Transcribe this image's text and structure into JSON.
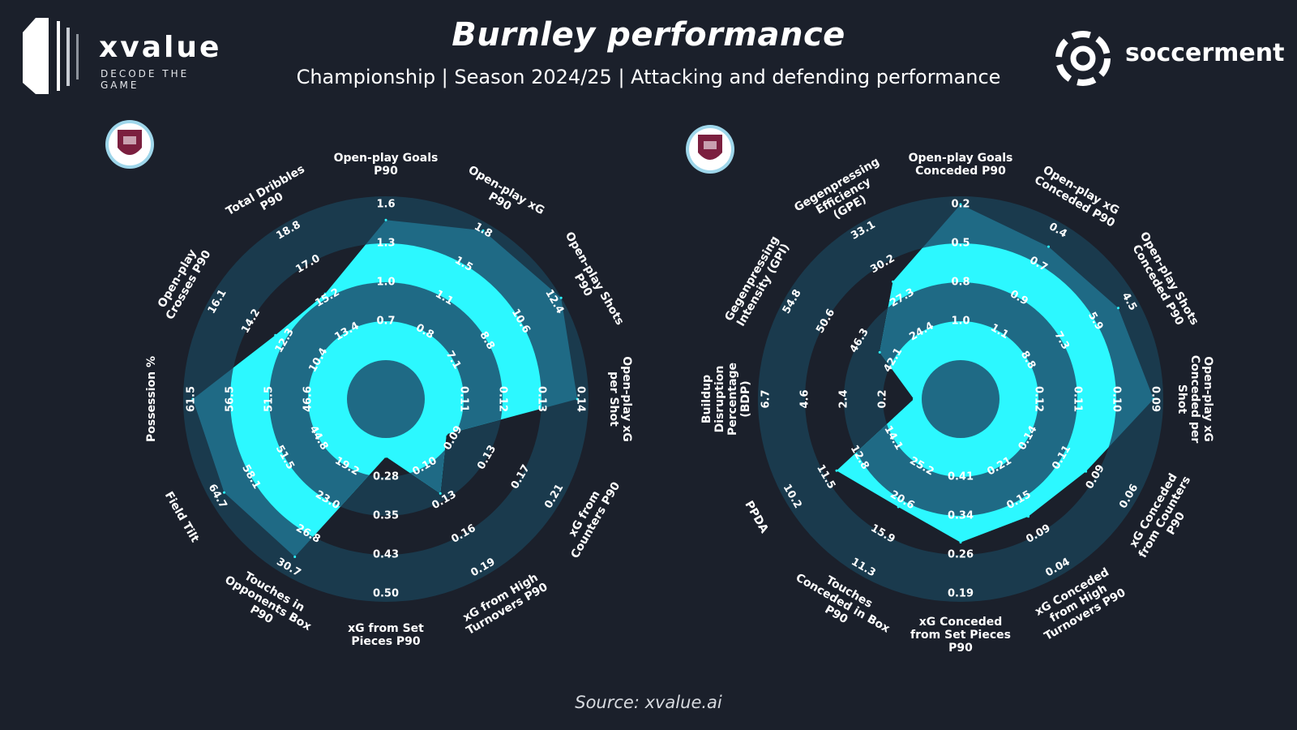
{
  "header": {
    "title": "Burnley performance",
    "subtitle": "Championship | Season 2024/25 | Attacking and defending performance"
  },
  "brands": {
    "left_wordmark": "xvalue",
    "left_tagline": "DECODE THE GAME",
    "right_wordmark": "soccerment"
  },
  "footer": {
    "source": "Source: xvalue.ai"
  },
  "colors": {
    "background": "#1b202b",
    "ring_dark": "#1a3a4d",
    "ring_mid": "#1f6a85",
    "team_fill": "#2cf8ff",
    "crest": "#7b1f3f",
    "crest_ring": "#9ed6ea"
  },
  "chart_data": [
    {
      "type": "radar",
      "axes": [
        {
          "label": "Open-play Goals P90",
          "ticks": [
            "0.7",
            "1.0",
            "1.3",
            "1.6"
          ]
        },
        {
          "label": "Open-play xG P90",
          "ticks": [
            "0.8",
            "1.1",
            "1.5",
            "1.8"
          ]
        },
        {
          "label": "Open-play Shots P90",
          "ticks": [
            "7.1",
            "8.8",
            "10.6",
            "12.4"
          ]
        },
        {
          "label": "Open-play xG per Shot",
          "ticks": [
            "0.11",
            "0.12",
            "0.13",
            "0.14"
          ]
        },
        {
          "label": "xG from Counters P90",
          "ticks": [
            "0.09",
            "0.13",
            "0.17",
            "0.21"
          ]
        },
        {
          "label": "xG from High Turnovers P90",
          "ticks": [
            "0.10",
            "0.13",
            "0.16",
            "0.19"
          ]
        },
        {
          "label": "xG from Set Pieces P90",
          "ticks": [
            "0.28",
            "0.35",
            "0.43",
            "0.50"
          ]
        },
        {
          "label": "Touches in Opponents Box P90",
          "ticks": [
            "19.2",
            "23.0",
            "26.8",
            "30.7"
          ]
        },
        {
          "label": "Field Tilt",
          "ticks": [
            "44.8",
            "51.5",
            "58.1",
            "64.7"
          ]
        },
        {
          "label": "Possession %",
          "ticks": [
            "46.6",
            "51.5",
            "56.5",
            "61.5"
          ]
        },
        {
          "label": "Open-play Crosses P90",
          "ticks": [
            "10.4",
            "12.3",
            "14.2",
            "16.1"
          ]
        },
        {
          "label": "Total Dribbles P90",
          "ticks": [
            "13.4",
            "15.2",
            "17.0",
            "18.8"
          ]
        }
      ],
      "values": [
        0.9,
        1.0,
        1.05,
        0.98,
        0.2,
        0.45,
        0.12,
        0.92,
        0.95,
        0.99,
        0.57,
        0.53
      ],
      "values_scale": "fraction of the tick range between the innermost ring (0) and outermost ring (1)"
    },
    {
      "type": "radar",
      "axes": [
        {
          "label": "Open-play Goals Conceded P90",
          "ticks": [
            "1.0",
            "0.8",
            "0.5",
            "0.2"
          ]
        },
        {
          "label": "Open-play xG Conceded P90",
          "ticks": [
            "1.1",
            "0.9",
            "0.7",
            "0.4"
          ]
        },
        {
          "label": "Open-play Shots Conceded P90",
          "ticks": [
            "8.8",
            "7.3",
            "5.9",
            "4.5"
          ]
        },
        {
          "label": "Open-play xG Conceded per Shot",
          "ticks": [
            "0.12",
            "0.11",
            "0.10",
            "0.09"
          ]
        },
        {
          "label": "xG Conceded from Counters P90",
          "ticks": [
            "0.14",
            "0.11",
            "0.09",
            "0.06"
          ]
        },
        {
          "label": "xG Conceded from High Turnovers P90",
          "ticks": [
            "0.21",
            "0.15",
            "0.09",
            "0.04"
          ]
        },
        {
          "label": "xG Conceded from Set Pieces P90",
          "ticks": [
            "0.41",
            "0.34",
            "0.26",
            "0.19"
          ]
        },
        {
          "label": "Touches Conceded in Box P90",
          "ticks": [
            "25.2",
            "20.6",
            "15.9",
            "11.3"
          ]
        },
        {
          "label": "PPDA",
          "ticks": [
            "14.1",
            "12.8",
            "11.5",
            "10.2"
          ]
        },
        {
          "label": "Buildup Disruption Percentage (BDP)",
          "ticks": [
            "0.2",
            "2.4",
            "4.6",
            "6.7"
          ]
        },
        {
          "label": "Gegenpressing Intensity (GPI)",
          "ticks": [
            "42.1",
            "46.3",
            "50.6",
            "54.8"
          ]
        },
        {
          "label": "Gegenpressing Efficiency (GPE)",
          "ticks": [
            "24.4",
            "27.3",
            "30.2",
            "33.1"
          ]
        }
      ],
      "values": [
        1.0,
        0.88,
        0.92,
        0.99,
        0.68,
        0.62,
        0.67,
        0.55,
        0.67,
        0.05,
        0.35,
        0.62
      ],
      "values_scale": "fraction of the tick range between the innermost ring (0) and outermost ring (1)"
    }
  ]
}
